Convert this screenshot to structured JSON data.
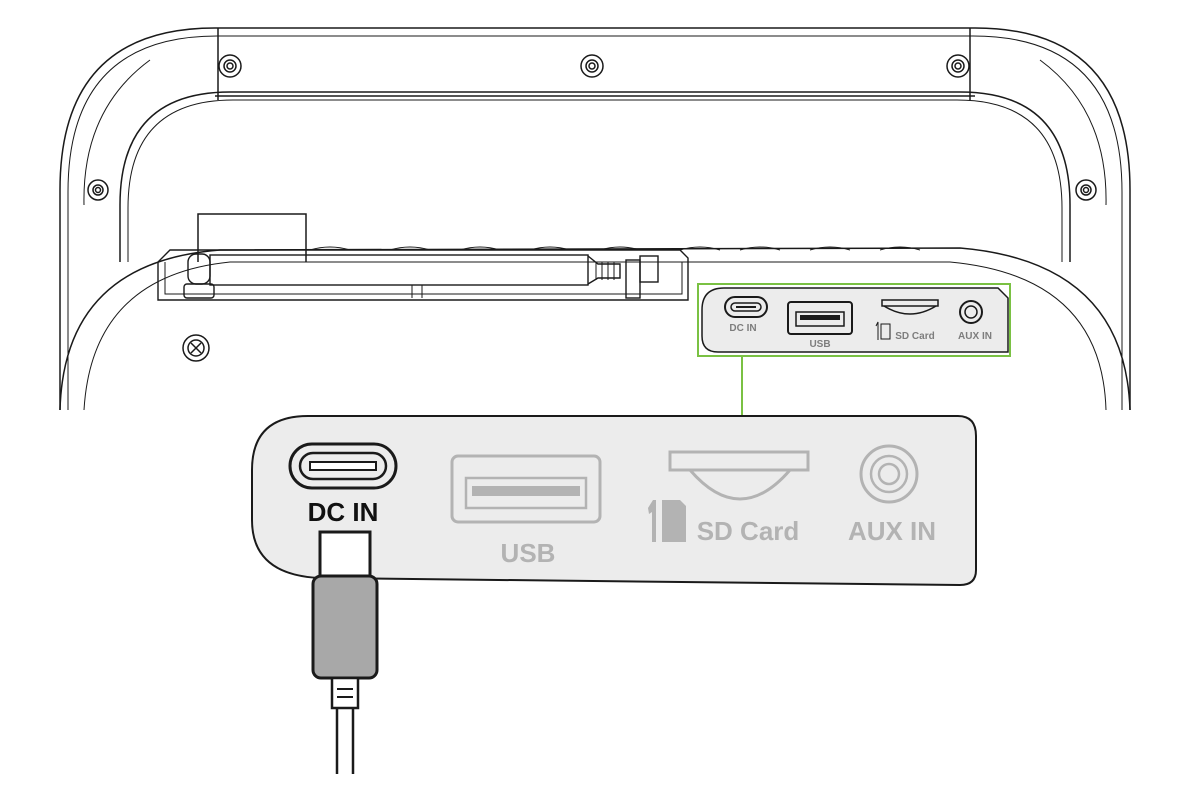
{
  "colors": {
    "outline": "#1a1a1a",
    "highlight": "#7ac143",
    "panel_fill": "#ececec",
    "dim_port": "#b3b3b3",
    "plug_fill": "#a8a8a8",
    "small_label": "#7d7d7d"
  },
  "ports_small": {
    "dc_in": "DC IN",
    "usb": "USB",
    "sd_card": "SD Card",
    "aux_in": "AUX IN"
  },
  "ports_zoom": {
    "dc_in": "DC IN",
    "usb": "USB",
    "sd_card": "SD Card",
    "aux_in": "AUX IN"
  },
  "highlighted_port": "DC IN",
  "icons": [
    "screw-icon",
    "antenna-icon",
    "usb-c-port-icon",
    "usb-a-port-icon",
    "sd-card-slot-icon",
    "sd-card-icon",
    "aux-jack-icon",
    "usb-c-plug-icon"
  ]
}
